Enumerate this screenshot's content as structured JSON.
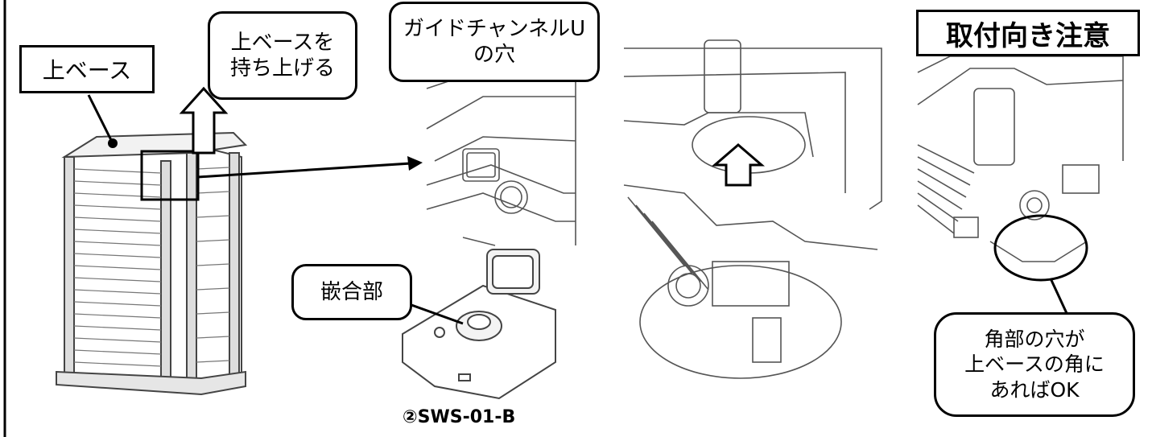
{
  "labels": {
    "upper_base": "上ベース",
    "lift_upper_base": "上ベースを\n持ち上げる",
    "guide_channel_hole": "ガイドチャンネルU\nの穴",
    "fitting_part": "嵌合部",
    "caption_part": "②SWS-01-B",
    "orientation_warning": "取付向き注意",
    "corner_hole_ok": "角部の穴が\n上ベースの角に\nあればOK"
  },
  "colors": {
    "line": "#000000",
    "drawing": "#444444",
    "background": "#ffffff"
  }
}
